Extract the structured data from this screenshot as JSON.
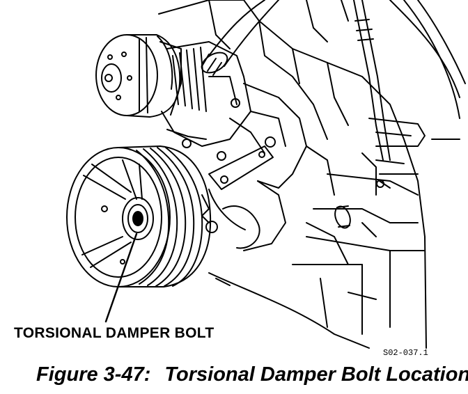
{
  "callout": {
    "label": "TORSIONAL DAMPER BOLT"
  },
  "figure": {
    "code": "S02-037.1",
    "number": "Figure 3-47:",
    "title": "Torsional Damper Bolt Location"
  },
  "colors": {
    "ink": "#000000",
    "paper": "#ffffff"
  }
}
